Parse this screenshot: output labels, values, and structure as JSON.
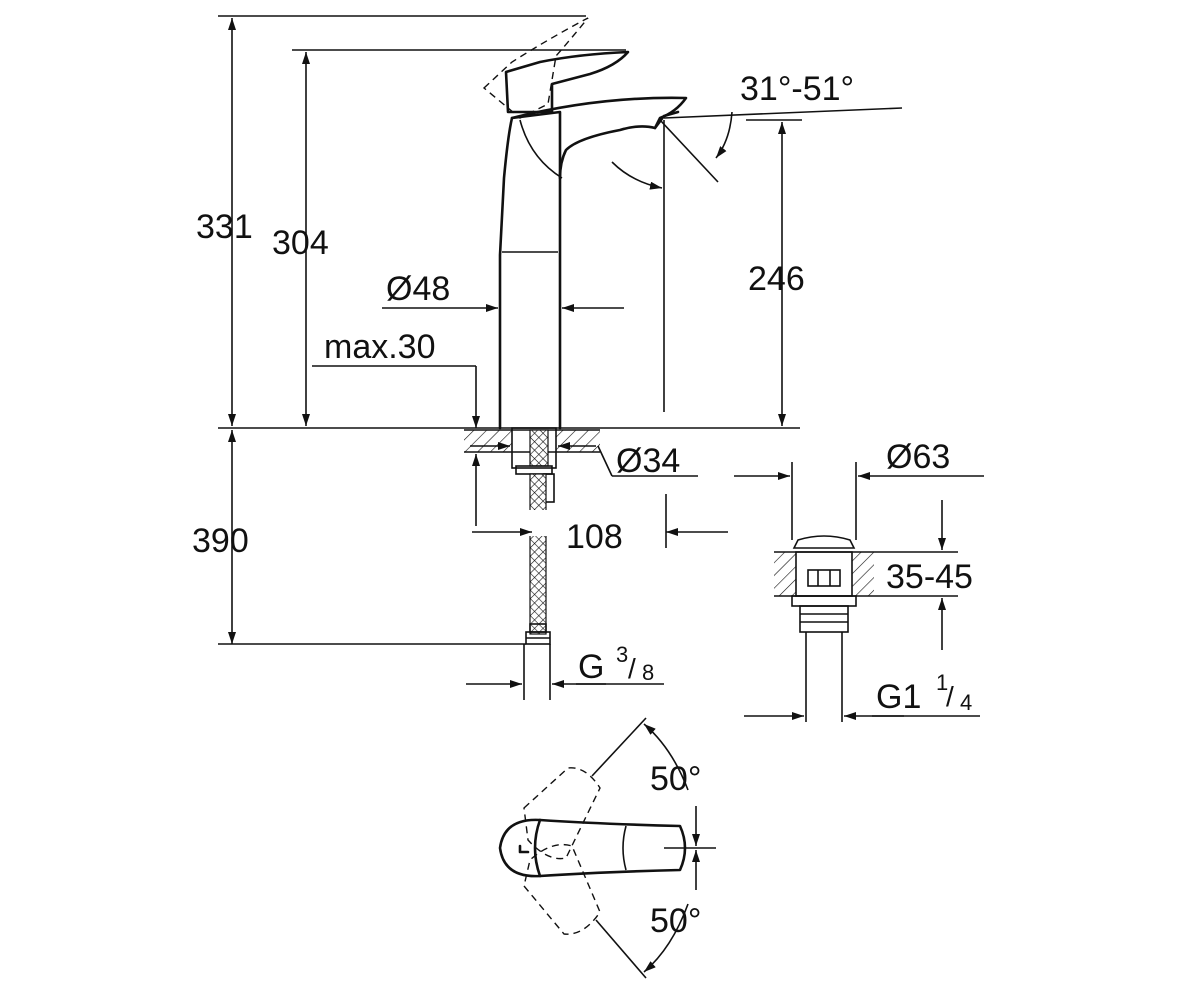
{
  "dimensions": {
    "total_height": "331",
    "spout_height": "304",
    "body_diameter": "Ø48",
    "max_deck_thickness": "max.30",
    "spout_angle": "31°-51°",
    "outlet_height": "246",
    "hole_diameter": "Ø34",
    "projection": "108",
    "hose_length": "390",
    "hose_thread_main": "G",
    "hose_thread_num": "3",
    "hose_thread_den": "8",
    "waste_diameter": "Ø63",
    "waste_thickness": "35-45",
    "waste_thread_main": "G1",
    "waste_thread_num": "1",
    "waste_thread_den": "4",
    "lever_angle_left": "50°",
    "lever_angle_right": "50°"
  },
  "colors": {
    "line": "#111111",
    "background": "#ffffff"
  }
}
